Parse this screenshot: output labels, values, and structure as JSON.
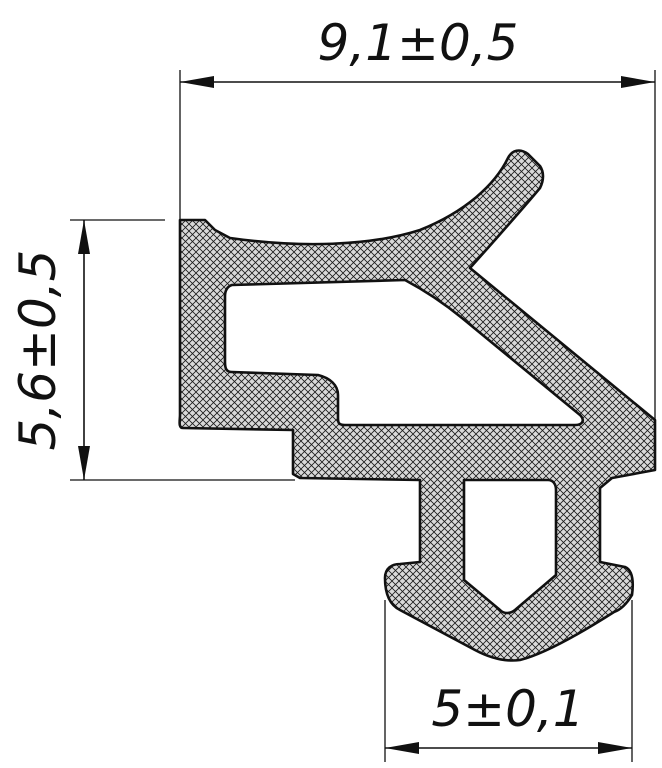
{
  "dimensions": {
    "overall_width": "9,1±0,5",
    "overall_height": "5,6±0,5",
    "base_width": "5±0,1"
  },
  "colors": {
    "line": "#111111",
    "hatch_fill": "#d8d8d8",
    "background": "#ffffff"
  }
}
